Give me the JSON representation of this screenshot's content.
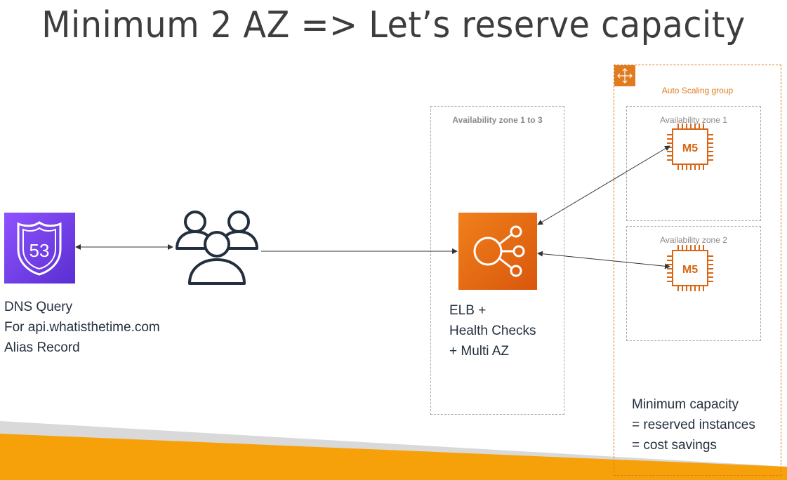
{
  "title": "Minimum 2 AZ => Let’s reserve capacity",
  "dns": {
    "icon_number": "53",
    "lines": [
      "DNS Query",
      "For api.whatisthetime.com",
      "Alias Record"
    ]
  },
  "availability_zone_box": {
    "label": "Availability zone 1 to 3"
  },
  "elb": {
    "lines": [
      "ELB +",
      "Health Checks",
      "+ Multi AZ"
    ]
  },
  "asg": {
    "label": "Auto Scaling group",
    "zones": [
      {
        "label": "Availability zone 1",
        "instance": "M5"
      },
      {
        "label": "Availability zone 2",
        "instance": "M5"
      }
    ],
    "notes": [
      "Minimum capacity",
      "= reserved instances",
      "= cost savings"
    ]
  },
  "colors": {
    "route53": "#8c4fff",
    "elb": "#e86a12",
    "asg": "#e07b1f",
    "instance": "#d86613",
    "footer": "#f6a10a"
  }
}
